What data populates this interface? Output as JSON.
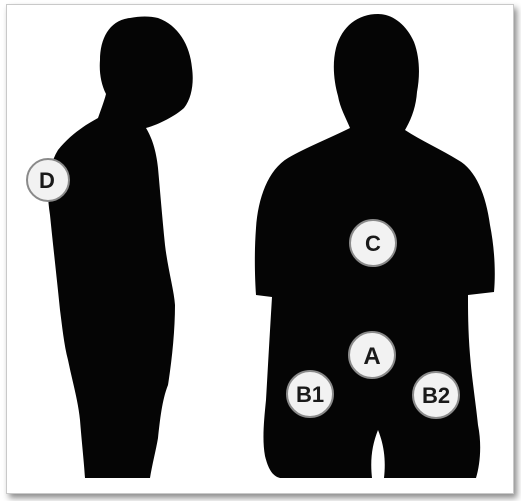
{
  "figures": [
    {
      "view": "side",
      "silhouette_color": "#050505"
    },
    {
      "view": "front",
      "silhouette_color": "#050505"
    }
  ],
  "markers": {
    "d": {
      "label": "D"
    },
    "c": {
      "label": "C"
    },
    "a": {
      "label": "A"
    },
    "b1": {
      "label": "B1"
    },
    "b2": {
      "label": "B2"
    }
  },
  "colors": {
    "background": "#ffffff",
    "silhouette": "#050505",
    "marker_fill": "#f2f2f2",
    "marker_stroke": "#8a8a8a"
  }
}
